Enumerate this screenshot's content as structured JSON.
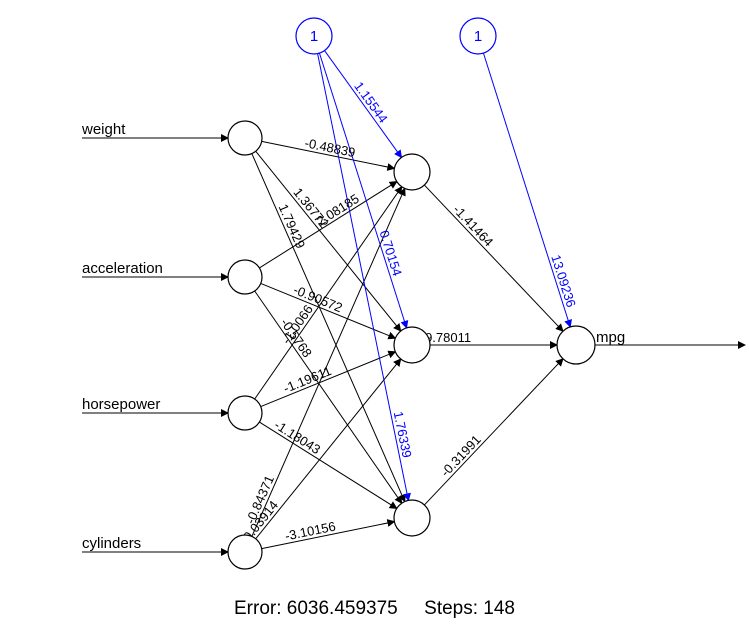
{
  "inputs": [
    {
      "id": "i1",
      "label": "weight"
    },
    {
      "id": "i2",
      "label": "acceleration"
    },
    {
      "id": "i3",
      "label": "horsepower"
    },
    {
      "id": "i4",
      "label": "cylinders"
    }
  ],
  "hidden": [
    {
      "id": "h1"
    },
    {
      "id": "h2"
    },
    {
      "id": "h3"
    }
  ],
  "bias_nodes": [
    {
      "id": "b1",
      "label": "1"
    },
    {
      "id": "b2",
      "label": "1"
    }
  ],
  "output": {
    "id": "o1",
    "label": "mpg"
  },
  "weights": [
    {
      "from": "i1",
      "to": "h1",
      "value": "-0.48839"
    },
    {
      "from": "i1",
      "to": "h2",
      "value": "1.36772"
    },
    {
      "from": "i1",
      "to": "h3",
      "value": "1.79429"
    },
    {
      "from": "i2",
      "to": "h1",
      "value": "2.08185"
    },
    {
      "from": "i2",
      "to": "h2",
      "value": "-0.90572"
    },
    {
      "from": "i2",
      "to": "h3",
      "value": "-0.5768"
    },
    {
      "from": "i3",
      "to": "h1",
      "value": "-1.0066"
    },
    {
      "from": "i3",
      "to": "h2",
      "value": "-1.19611"
    },
    {
      "from": "i3",
      "to": "h3",
      "value": "-1.18043"
    },
    {
      "from": "i4",
      "to": "h1",
      "value": "-0.84371"
    },
    {
      "from": "i4",
      "to": "h2",
      "value": "-0.03914"
    },
    {
      "from": "i4",
      "to": "h3",
      "value": "-3.10156"
    },
    {
      "from": "h1",
      "to": "o1",
      "value": "-1.41464"
    },
    {
      "from": "h2",
      "to": "o1",
      "value": "9.78011"
    },
    {
      "from": "h3",
      "to": "o1",
      "value": "-0.31991"
    }
  ],
  "bias_weights": [
    {
      "from": "b1",
      "to": "h1",
      "value": "1.15544"
    },
    {
      "from": "b1",
      "to": "h2",
      "value": "0.70154"
    },
    {
      "from": "b1",
      "to": "h3",
      "value": "1.76339"
    },
    {
      "from": "b2",
      "to": "o1",
      "value": "13.09236"
    }
  ],
  "footer": {
    "error_label": "Error:",
    "error_value": "6036.459375",
    "steps_label": "Steps:",
    "steps_value": "148"
  },
  "colors": {
    "bias": "#0000ff",
    "main": "#000000"
  }
}
